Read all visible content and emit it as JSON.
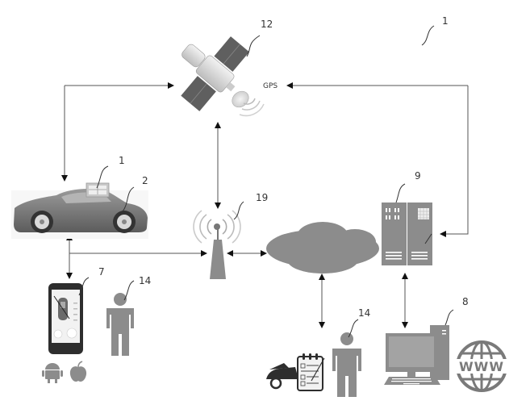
{
  "diagram": {
    "title": "Vehicle telematics system overview",
    "labels": {
      "system": "1",
      "satellite": "12",
      "gps": "GPS",
      "device": "1",
      "vehicle": "2",
      "tower": "19",
      "server": "9",
      "smartphone": "7",
      "user_left": "14",
      "user_bottom": "14",
      "computer": "8"
    },
    "nodes": [
      {
        "id": "satellite",
        "label": "12",
        "icon": "satellite-icon"
      },
      {
        "id": "vehicle",
        "label": "2",
        "icon": "car-icon"
      },
      {
        "id": "telematics-device",
        "label": "1",
        "icon": "device-icon"
      },
      {
        "id": "cell-tower",
        "label": "19",
        "icon": "antenna-tower-icon"
      },
      {
        "id": "cloud",
        "label": "",
        "icon": "cloud-icon"
      },
      {
        "id": "server",
        "label": "9",
        "icon": "server-icon"
      },
      {
        "id": "smartphone",
        "label": "7",
        "icon": "smartphone-icon"
      },
      {
        "id": "user-left",
        "label": "14",
        "icon": "person-icon"
      },
      {
        "id": "service-user",
        "label": "14",
        "icon": "person-icon"
      },
      {
        "id": "computer",
        "label": "8",
        "icon": "desktop-computer-icon"
      },
      {
        "id": "web",
        "label": "",
        "icon": "www-globe-icon"
      }
    ],
    "edges": [
      {
        "from": "satellite",
        "to": "vehicle",
        "directed": "both"
      },
      {
        "from": "satellite",
        "to": "cell-tower",
        "directed": "both"
      },
      {
        "from": "server",
        "to": "satellite",
        "directed": "both"
      },
      {
        "from": "vehicle",
        "to": "smartphone",
        "directed": "both"
      },
      {
        "from": "vehicle",
        "to": "cell-tower",
        "directed": "forward"
      },
      {
        "from": "cell-tower",
        "to": "cloud",
        "directed": "both"
      },
      {
        "from": "cloud",
        "to": "service-user",
        "directed": "both"
      },
      {
        "from": "server",
        "to": "computer",
        "directed": "both"
      }
    ],
    "platform_icons": [
      "android-icon",
      "apple-icon"
    ]
  }
}
